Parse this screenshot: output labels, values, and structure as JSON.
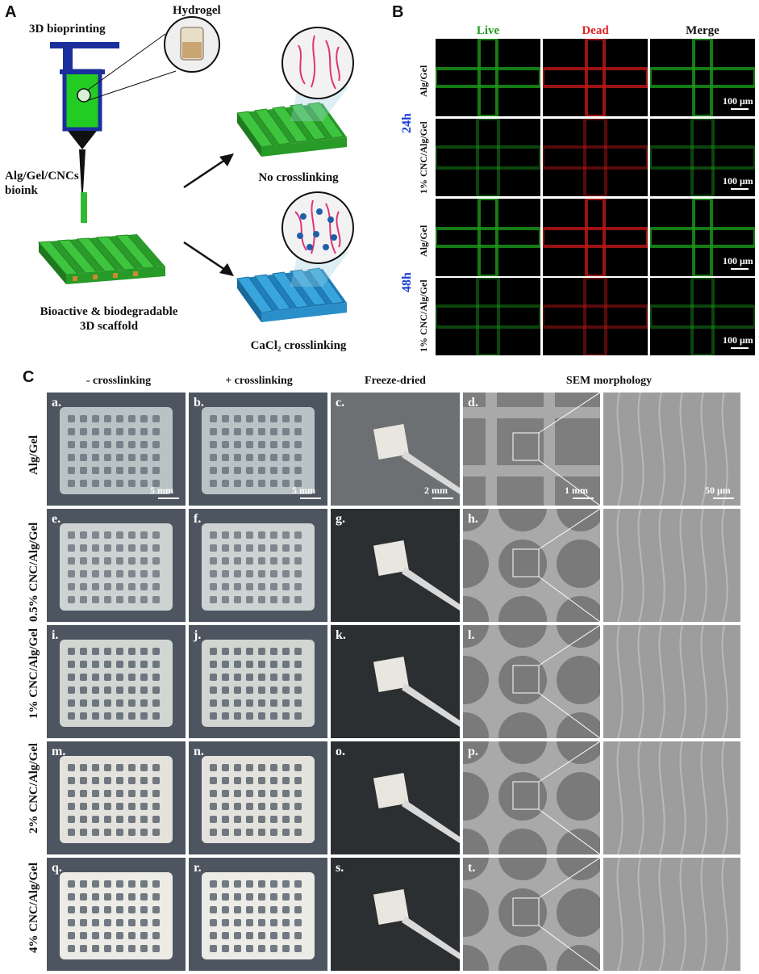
{
  "panelA": {
    "letter": "A",
    "bioprinting": "3D bioprinting",
    "hydrogel": "Hydrogel",
    "bioink_line1": "Alg/Gel/CNCs",
    "bioink_line2": "bioink",
    "scaffold_line1": "Bioactive & biodegradable",
    "scaffold_line2": "3D scaffold",
    "no_crosslinking": "No crosslinking",
    "cacl2_crosslinking": "CaCl₂ crosslinking",
    "colors": {
      "syringe_blue": "#1a2f9c",
      "bioink_green": "#22cc22",
      "scaffold_green": "#33b833",
      "crosslinked_blue": "#2a8ec9",
      "chain_pink": "#e0337a"
    }
  },
  "panelB": {
    "letter": "B",
    "columns": [
      "Live",
      "Dead",
      "Merge"
    ],
    "column_colors": [
      "#1f9a1f",
      "#e02020",
      "#111111"
    ],
    "timepoints": [
      "24h",
      "48h"
    ],
    "timepoint_color": "#1a3fd6",
    "row_labels": [
      "Alg/Gel",
      "1% CNC/Alg/Gel",
      "Alg/Gel",
      "1% CNC/Alg/Gel"
    ],
    "scalebar": "100 μm"
  },
  "panelC": {
    "letter": "C",
    "columns": [
      "- crosslinking",
      "+ crosslinking",
      "Freeze-dried",
      "SEM morphology"
    ],
    "row_labels": [
      "Alg/Gel",
      "0.5% CNC/Alg/Gel",
      "1% CNC/Alg/Gel",
      "2% CNC/Alg/Gel",
      "4% CNC/Alg/Gel"
    ],
    "sub_letters": [
      [
        "a.",
        "b.",
        "c.",
        "d."
      ],
      [
        "e.",
        "f.",
        "g.",
        "h."
      ],
      [
        "i.",
        "j.",
        "k.",
        "l."
      ],
      [
        "m.",
        "n.",
        "o.",
        "p."
      ],
      [
        "q.",
        "r.",
        "s.",
        "t."
      ]
    ],
    "scalebars": [
      "5 mm",
      "5 mm",
      "2 mm",
      "1 mm",
      "50 μm"
    ]
  }
}
